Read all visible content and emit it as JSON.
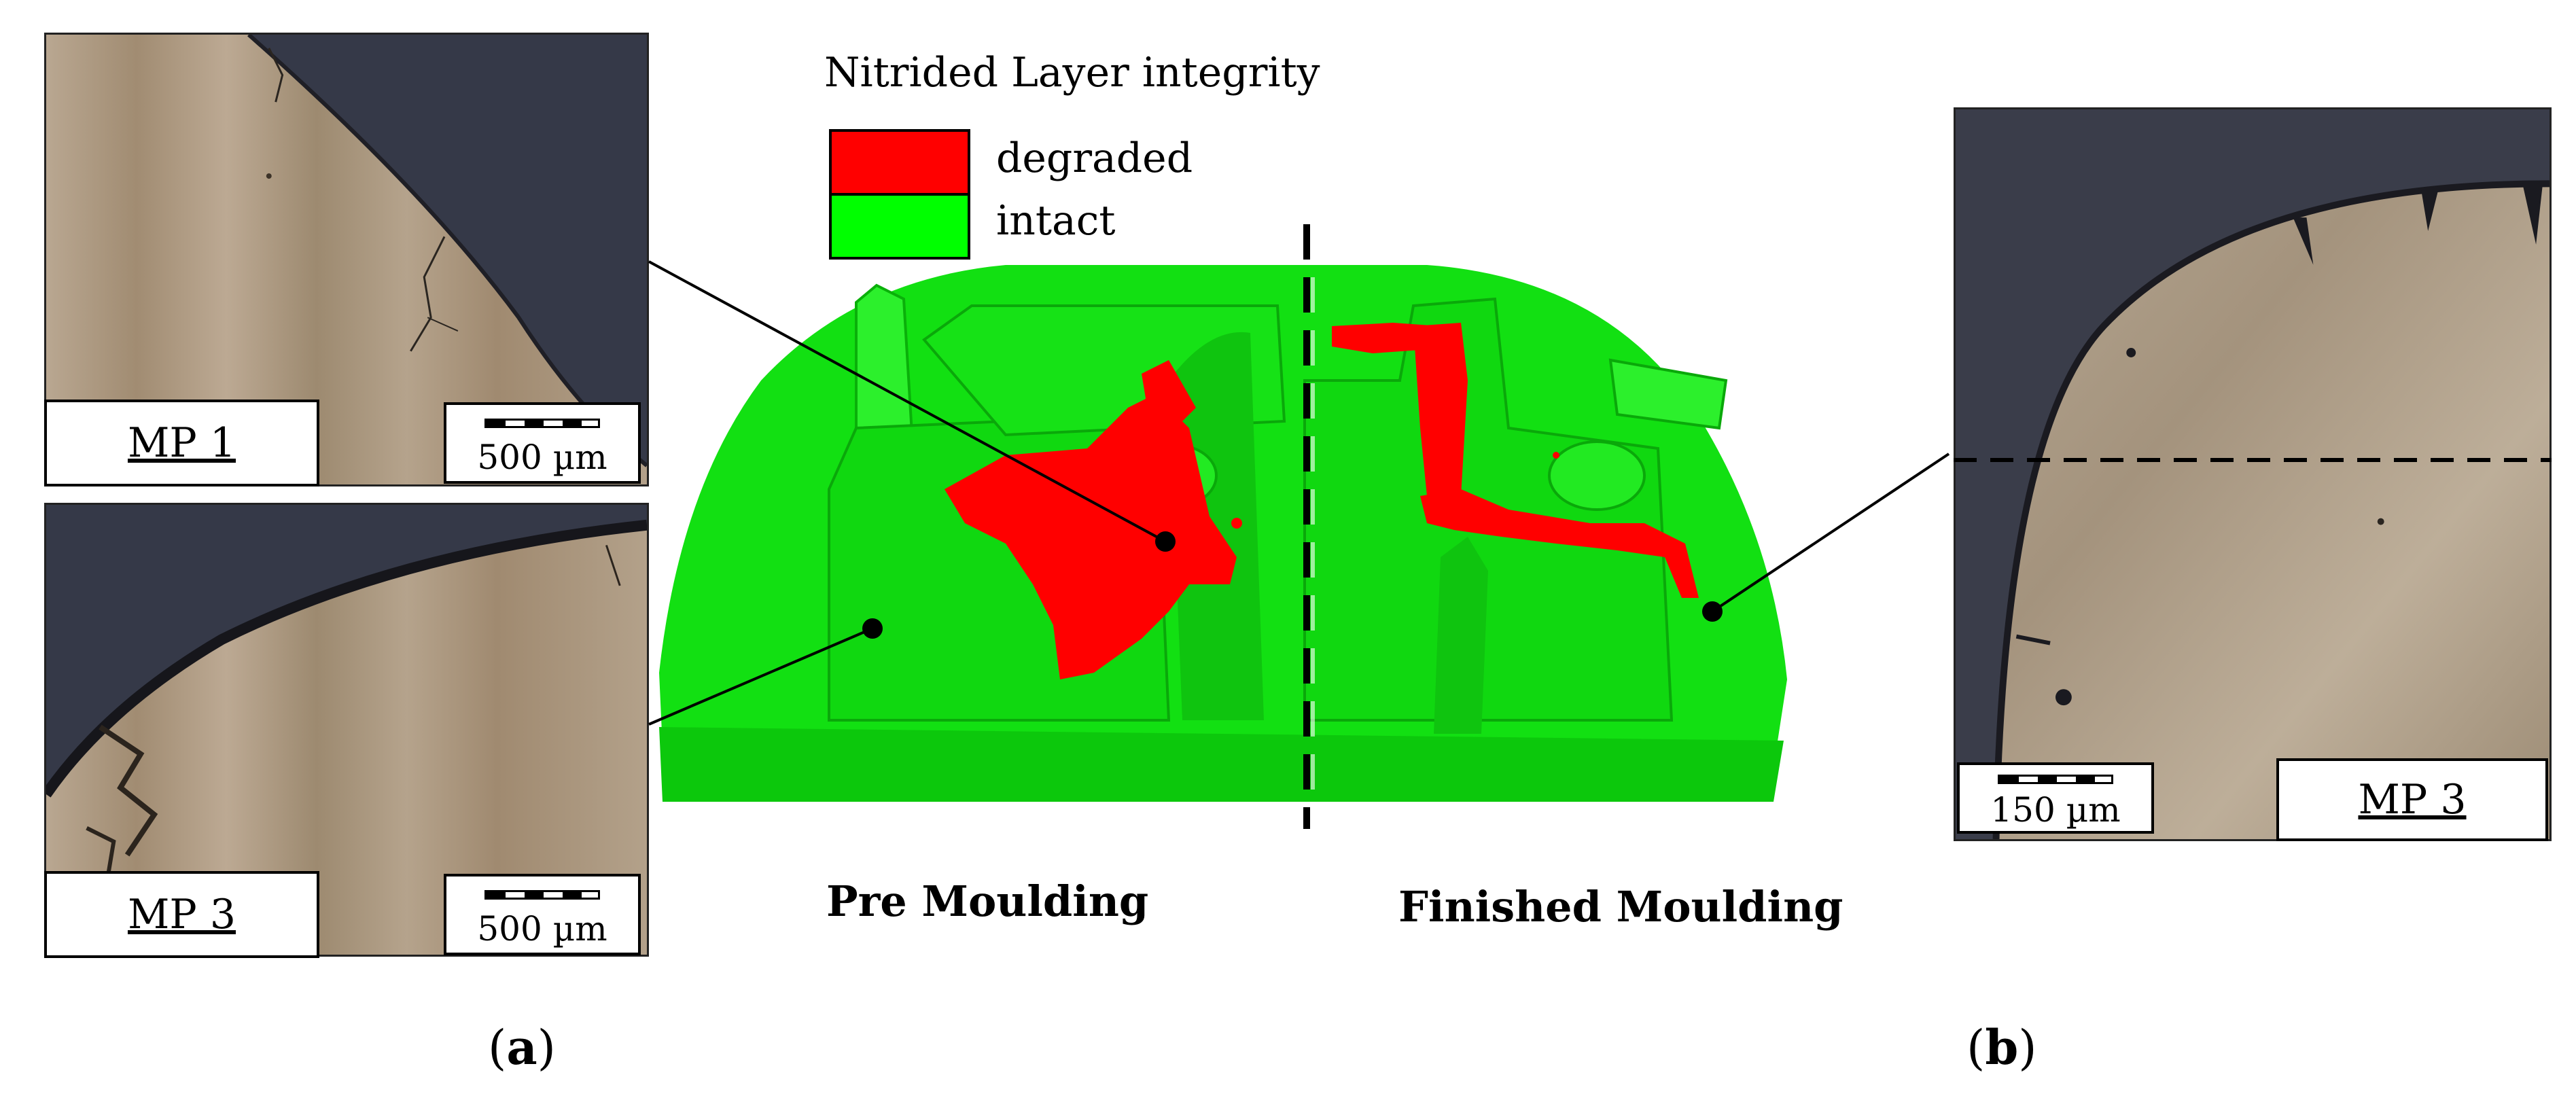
{
  "legend": {
    "title": "Nitrided Layer integrity",
    "items": [
      {
        "label": "degraded",
        "color": "#ff0000"
      },
      {
        "label": "intact",
        "color": "#00ff00"
      }
    ]
  },
  "panels": {
    "top_left": {
      "mp_label": "MP 1",
      "scale_label": "500 µm"
    },
    "bottom_left": {
      "mp_label": "MP 3",
      "scale_label": "500 µm"
    },
    "right": {
      "mp_label": "MP 3",
      "scale_label": "150 µm"
    }
  },
  "captions": {
    "left": "Pre Moulding",
    "right": "Finished Moulding"
  },
  "sublabels": {
    "a": "a",
    "b": "b"
  },
  "colors": {
    "degraded": "#ff0000",
    "intact": "#00ff00",
    "mount_dark": "#3a3d4a",
    "steel": "#a8967f"
  }
}
